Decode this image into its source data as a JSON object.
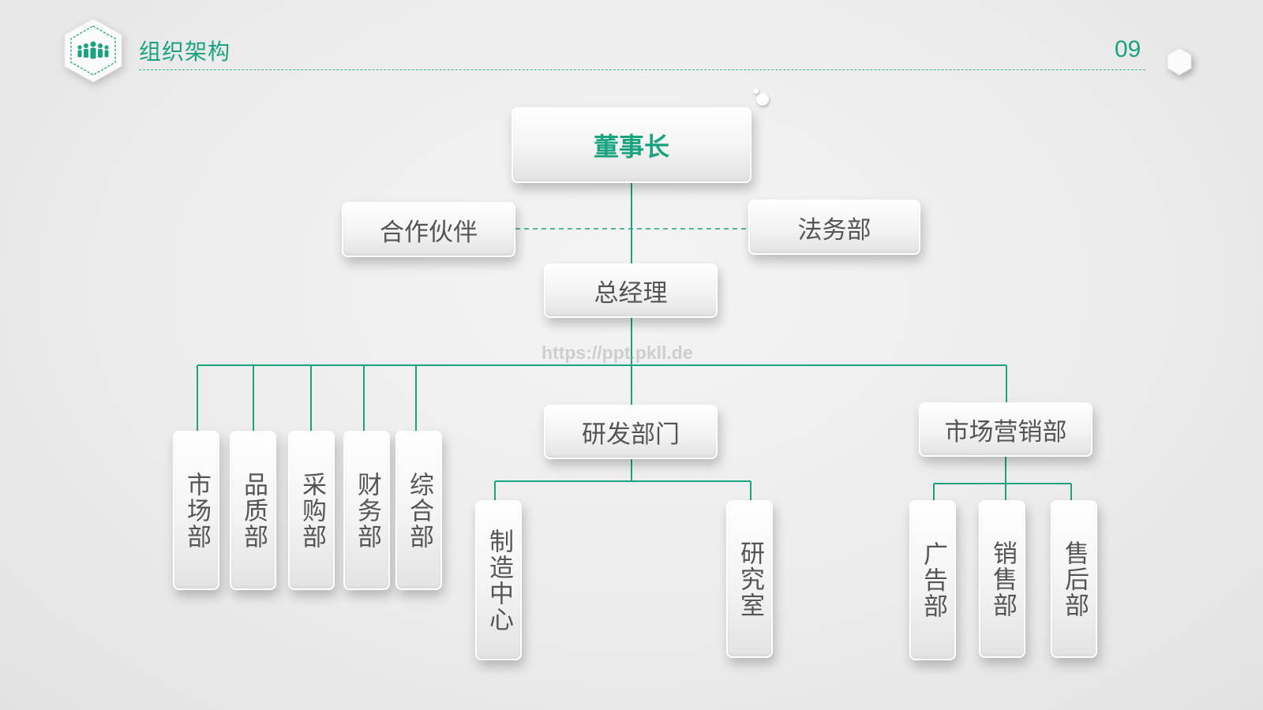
{
  "header": {
    "title": "组织架构",
    "page_number": "09",
    "icon": "people-group-icon",
    "accent_color": "#1aa37f"
  },
  "watermark": "https://ppt.pkll.de",
  "org": {
    "top": "董事长",
    "advisors": [
      "合作伙伴",
      "法务部"
    ],
    "manager": "总经理",
    "left_departments": [
      "市场部",
      "品质部",
      "采购部",
      "财务部",
      "综合部"
    ],
    "rd": {
      "name": "研发部门",
      "children": [
        "制造中心",
        "研究室"
      ]
    },
    "marketing": {
      "name": "市场营销部",
      "children": [
        "广告部",
        "销售部",
        "售后部"
      ]
    }
  }
}
